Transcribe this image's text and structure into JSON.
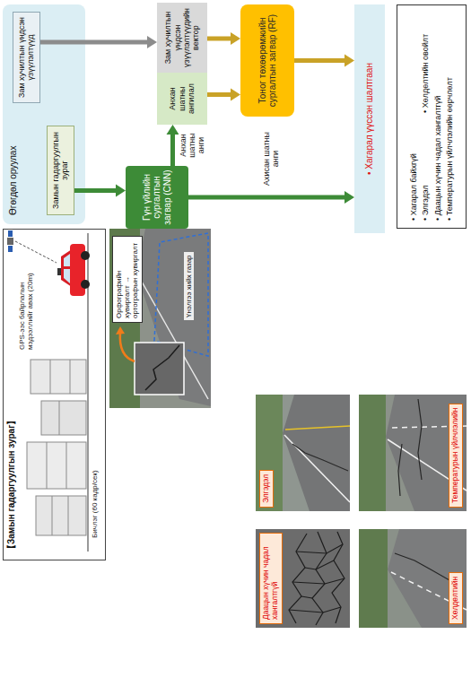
{
  "diagram": {
    "nodes": [
      {
        "text": [
          "【Замын гадаргуулгын зураг】"
        ]
      },
      {
        "text": [
          "Өгөгдөл оруулах"
        ]
      },
      {
        "text": [
          "Зам хучилтын үндсэн үзүүлэлтүүд"
        ],
        "in": 1
      },
      {
        "text": [
          "Замын гадаргуулгын зураг"
        ],
        "in": 1
      },
      {
        "text": [
          "Гүн үйлийн сургалтын загвар (CNN)"
        ]
      },
      {
        "text": [
          "Анхан шатны ангилал"
        ]
      },
      {
        "text": [
          "Зам хучилтын үндсэн үзүүлэлтүүдийн вектор"
        ]
      },
      {
        "text": [
          "Тоног төхөөрөмжийн сургалтын загвар (RF)"
        ]
      },
      {
        "text": [
          "• Хагарал үүссэн шалтгаан"
        ]
      },
      {
        "text": [
          "• Хагарал байхгүй",
          "• Элгэдэл",
          "• Хөлдөлтийн овойлт",
          "• Даацын хүчин чадал хангалтгүй",
          "• Температурын үйлчлэлийн өөрчлөлт"
        ]
      }
    ],
    "edges": [
      {
        "from": 3,
        "to": 4,
        "arrow": "to"
      },
      {
        "from": 2,
        "to": 6,
        "arrow": "to"
      },
      {
        "from": 4,
        "to": 5,
        "arrow": "to",
        "label": "Анхан шатны анги"
      },
      {
        "from": 4,
        "to": 8,
        "arrow": "to",
        "label": "Ахисан шатны анги"
      },
      {
        "from": 5,
        "to": 7,
        "arrow": "to"
      },
      {
        "from": 6,
        "to": 7,
        "arrow": "to"
      },
      {
        "from": 7,
        "to": 8,
        "arrow": "to"
      }
    ],
    "labels": [
      "GPS-ээс байрлалын мэдээллийг авах (20m)",
      "Бичлэг (60 кадр/сек)",
      "Орфографийн хувиргалт → ортографын хувиргалт",
      "Үнэлгээ хийх газар",
      "Даацын хүчин чадал хангалтгүй",
      "Элгэдэл",
      "Хөлдөлтийн",
      "Температурын үйлчлэлийн"
    ]
  }
}
